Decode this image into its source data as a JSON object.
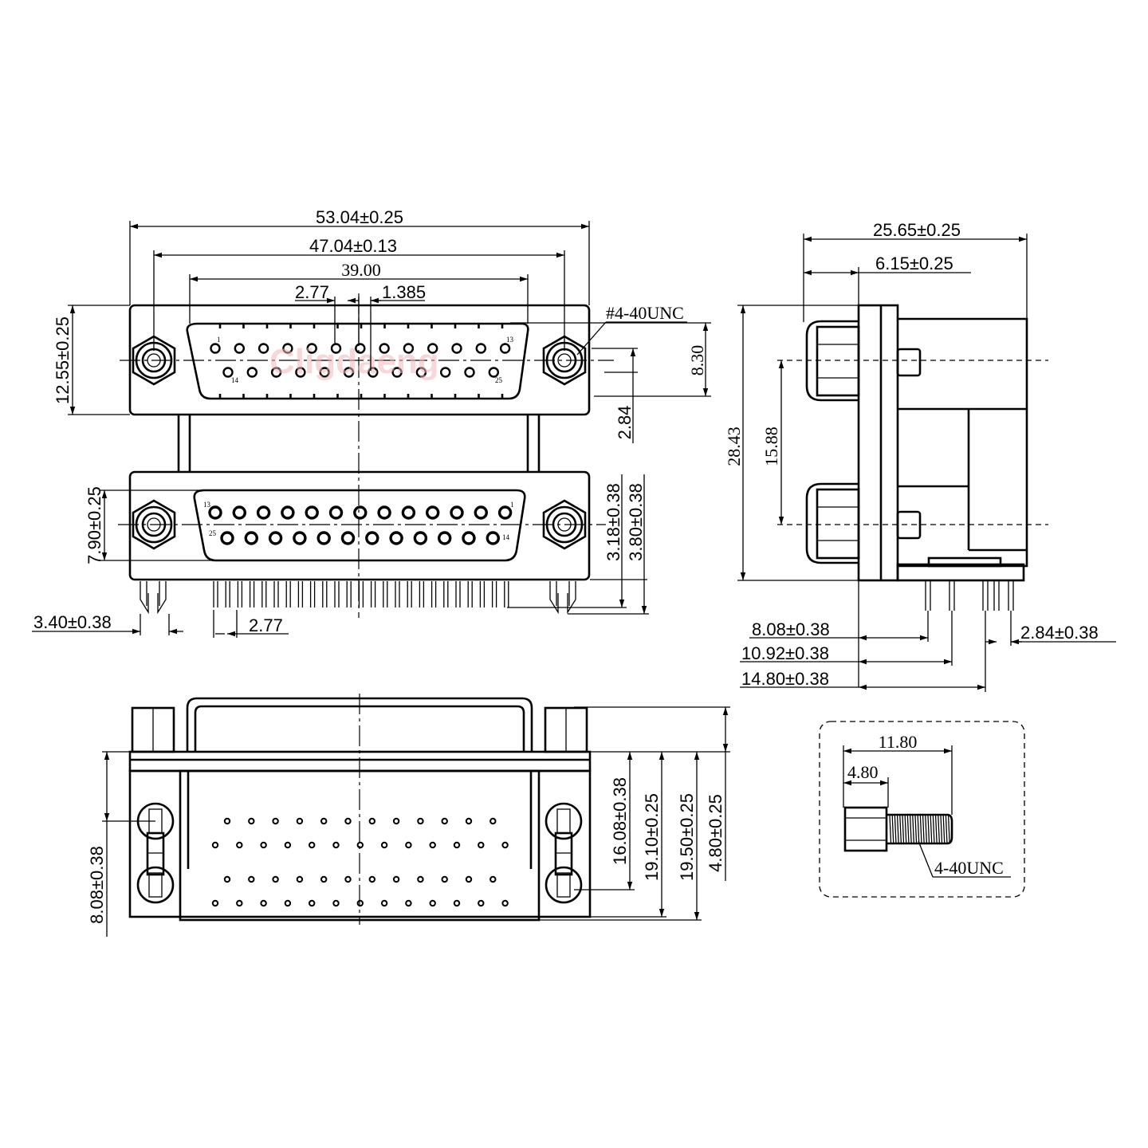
{
  "front_view": {
    "overall_width": "53.04±0.25",
    "flange_hole_pitch": "47.04±0.13",
    "shell_width": "39.00",
    "pin_pitch": "2.77",
    "pin_offset": "1.385",
    "screw_thread": "#4-40UNC",
    "top_flange_height": "12.55±0.25",
    "row_spacing_top": "8.30",
    "row_offset": "2.84",
    "bottom_flange_height": "7.90±0.25",
    "tail_a": "3.18±0.38",
    "tail_b": "3.80±0.38",
    "boardlock_width": "3.40±0.38",
    "tail_pitch": "2.77",
    "top_pin_labels": {
      "first": "1",
      "last": "13",
      "row2_first": "14",
      "row2_last": "25"
    },
    "bottom_pin_labels": {
      "first": "13",
      "last": "1",
      "row2_first": "25",
      "row2_last": "14"
    },
    "watermark": "Cligdaeng"
  },
  "side_view": {
    "depth": "25.65±0.25",
    "flange_to_face": "6.15±0.25",
    "total_height": "28.43",
    "port_spacing": "15.88",
    "tail_row1": "8.08±0.38",
    "tail_row2": "10.92±0.38",
    "tail_row3": "14.80±0.38",
    "tail_pitch": "2.84±0.38"
  },
  "bottom_view": {
    "boardlock_offset": "8.08±0.38",
    "row_a": "16.08±0.38",
    "row_b": "19.10±0.25",
    "row_c": "19.50±0.25",
    "standoff": "4.80±0.25"
  },
  "screw_detail": {
    "total_length": "11.80",
    "hex_length": "4.80",
    "thread": "4-40UNC"
  }
}
